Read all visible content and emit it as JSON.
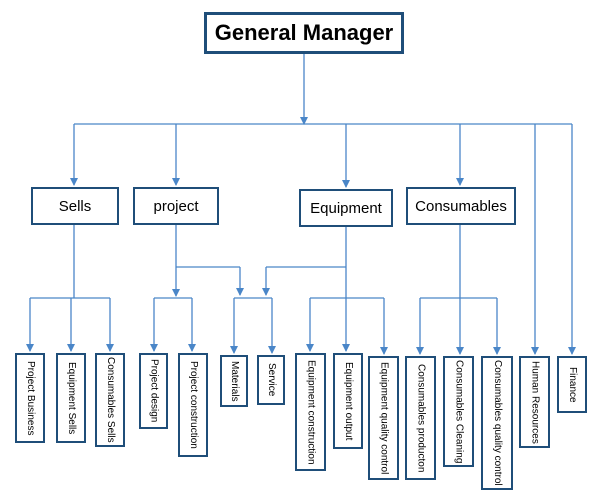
{
  "diagram": {
    "root": {
      "label": "General Manager"
    },
    "departments": [
      {
        "id": "sells",
        "label": "Sells"
      },
      {
        "id": "project",
        "label": "project"
      },
      {
        "id": "equipment",
        "label": "Equipment"
      },
      {
        "id": "consumables",
        "label": "Consumables"
      }
    ],
    "units": [
      {
        "id": "project-business",
        "label": "Project Business",
        "parent": "sells"
      },
      {
        "id": "equipment-sells",
        "label": "Equipment Sells",
        "parent": "sells"
      },
      {
        "id": "consumables-sells",
        "label": "Consumables Sells",
        "parent": "sells"
      },
      {
        "id": "project-design",
        "label": "Project design",
        "parent": "project"
      },
      {
        "id": "project-construction",
        "label": "Project construction",
        "parent": "project"
      },
      {
        "id": "materials",
        "label": "Materials",
        "parent": "project, equipment"
      },
      {
        "id": "service",
        "label": "Service",
        "parent": "project, equipment"
      },
      {
        "id": "equipment-construction",
        "label": "Equipment construction",
        "parent": "equipment"
      },
      {
        "id": "equipment-output",
        "label": "Equipment output",
        "parent": "equipment"
      },
      {
        "id": "equipment-quality-control",
        "label": "Equipment quality control",
        "parent": "equipment"
      },
      {
        "id": "consumables-production",
        "label": "Consumables producton",
        "parent": "consumables"
      },
      {
        "id": "consumables-cleaning",
        "label": "Consumables Cleaning",
        "parent": "consumables"
      },
      {
        "id": "consumables-quality-control",
        "label": "Consumables quality control",
        "parent": "consumables"
      },
      {
        "id": "human-resources",
        "label": "Human Resources",
        "parent": "root"
      },
      {
        "id": "finance",
        "label": "Finance",
        "parent": "root"
      }
    ],
    "colors": {
      "connector": "#4a86c8",
      "box_border": "#1f4e79",
      "text": "#000000"
    }
  }
}
